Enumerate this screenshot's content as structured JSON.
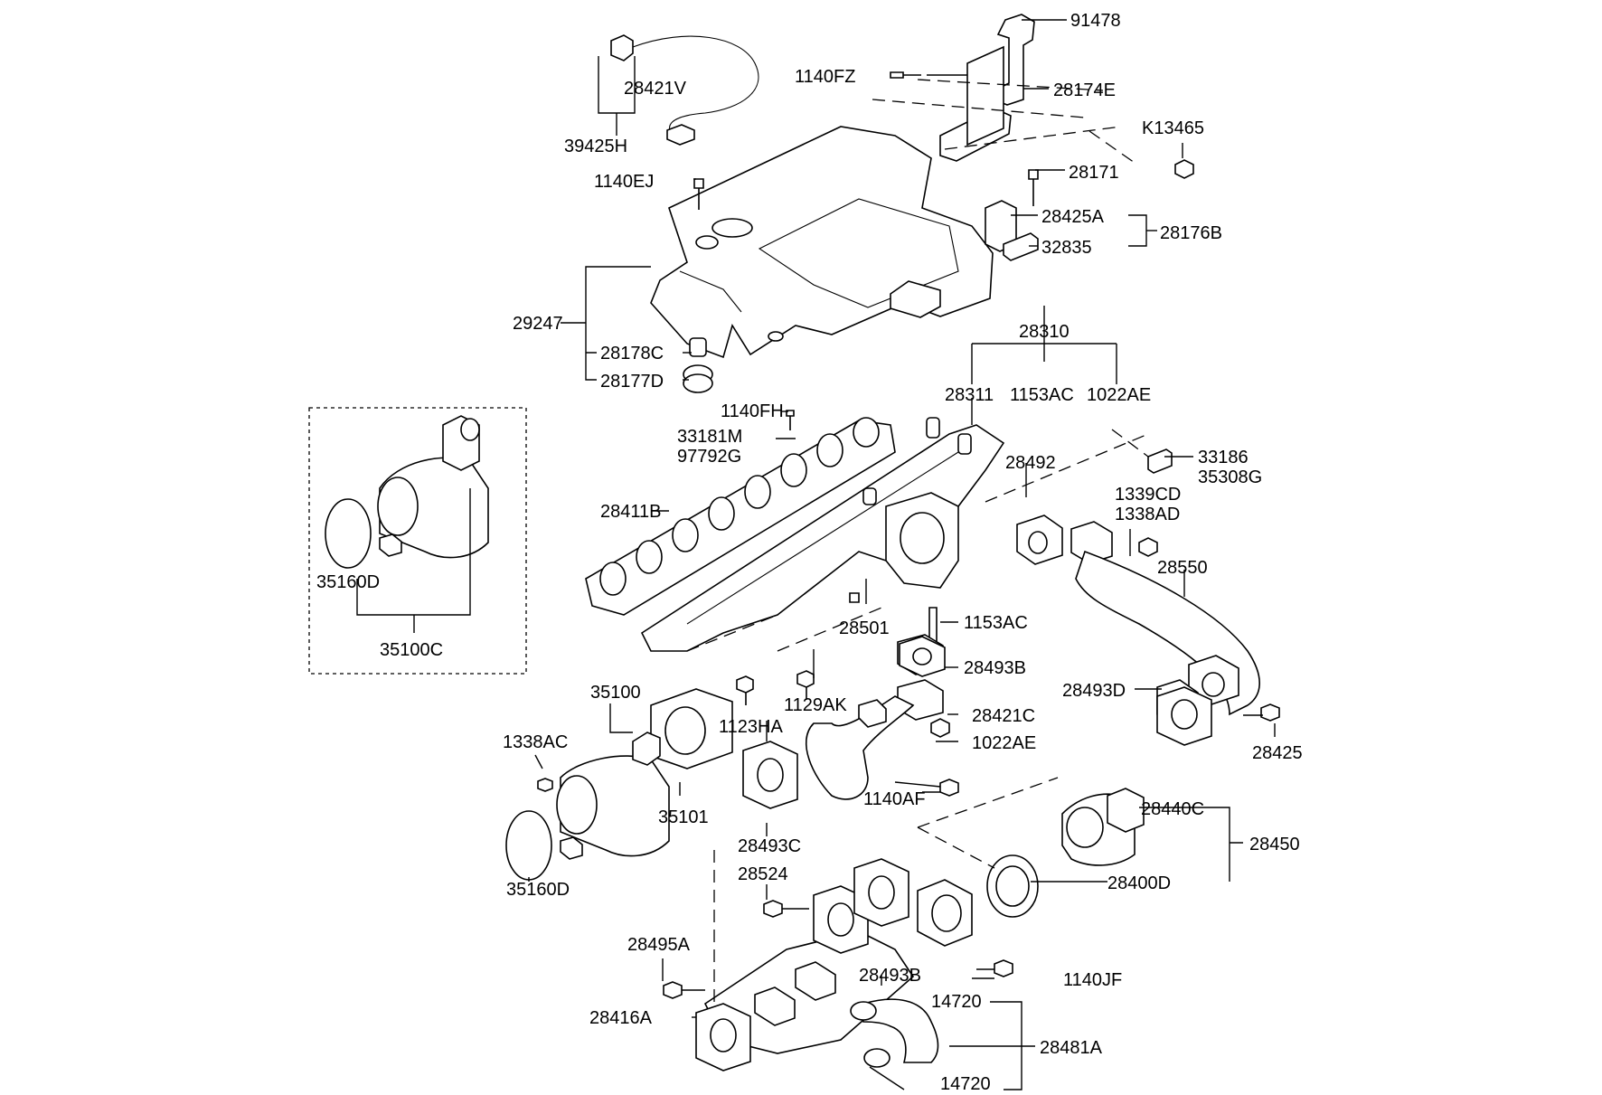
{
  "labels": {
    "p91478": "91478",
    "p1140FZ": "1140FZ",
    "p28174E": "28174E",
    "p28421V": "28421V",
    "p39425H": "39425H",
    "pK13465": "K13465",
    "p1140EJ": "1140EJ",
    "p28171": "28171",
    "p28425A": "28425A",
    "p28176B": "28176B",
    "p32835": "32835",
    "p29247": "29247",
    "p28178C": "28178C",
    "p28177D": "28177D",
    "p28310": "28310",
    "p28311": "28311",
    "p1153AC_a": "1153AC",
    "p1022AE_a": "1022AE",
    "p1140FH": "1140FH",
    "p33181M": "33181M",
    "p97792G": "97792G",
    "p28492": "28492",
    "p33186": "33186",
    "p35308G": "35308G",
    "p1339CD": "1339CD",
    "p1338AD": "1338AD",
    "p28411B": "28411B",
    "p35160D_a": "35160D",
    "p35100C": "35100C",
    "p28550": "28550",
    "p28501": "28501",
    "p1153AC_b": "1153AC",
    "p28493B_a": "28493B",
    "p1129AK": "1129AK",
    "p28493D": "28493D",
    "p35100": "35100",
    "p1123HA": "1123HA",
    "p28421C": "28421C",
    "p1338AC": "1338AC",
    "p1022AE_b": "1022AE",
    "p28425": "28425",
    "p35101": "35101",
    "p1140AF": "1140AF",
    "p28440C": "28440C",
    "p28493C": "28493C",
    "p28450": "28450",
    "p35160D_b": "35160D",
    "p28524": "28524",
    "p28400D": "28400D",
    "p28495A": "28495A",
    "p28493B_b": "28493B",
    "p1140JF": "1140JF",
    "p14720_a": "14720",
    "p28416A": "28416A",
    "p28481A": "28481A",
    "p14720_b": "14720"
  }
}
